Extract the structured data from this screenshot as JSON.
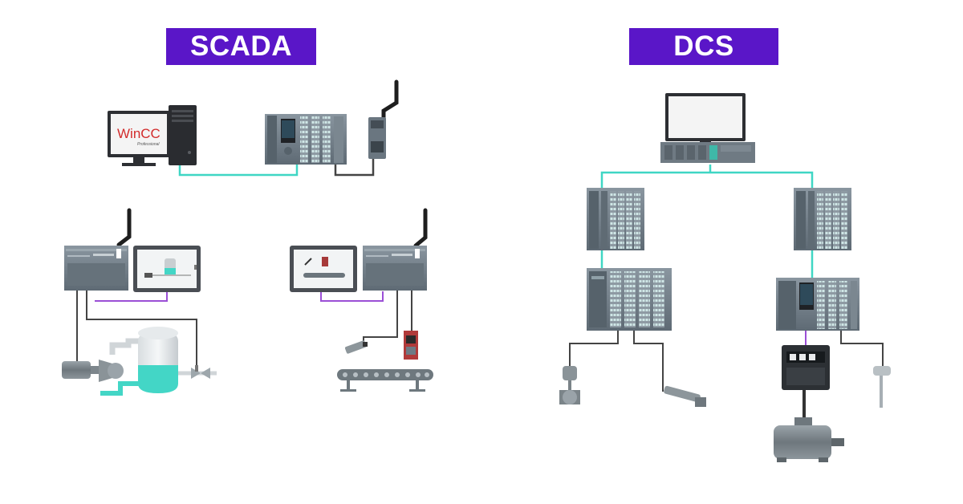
{
  "scada": {
    "title": "SCADA"
  },
  "dcs": {
    "title": "DCS"
  },
  "workstation": {
    "software_logo": "WinCC",
    "software_edition": "Professional"
  },
  "colors": {
    "badge": "#5a16c8",
    "industrial_ethernet": "#3fd6c4",
    "profinet": "#9b4fd6",
    "signal_cable": "#444444",
    "device_gray": "#6e7a84"
  }
}
